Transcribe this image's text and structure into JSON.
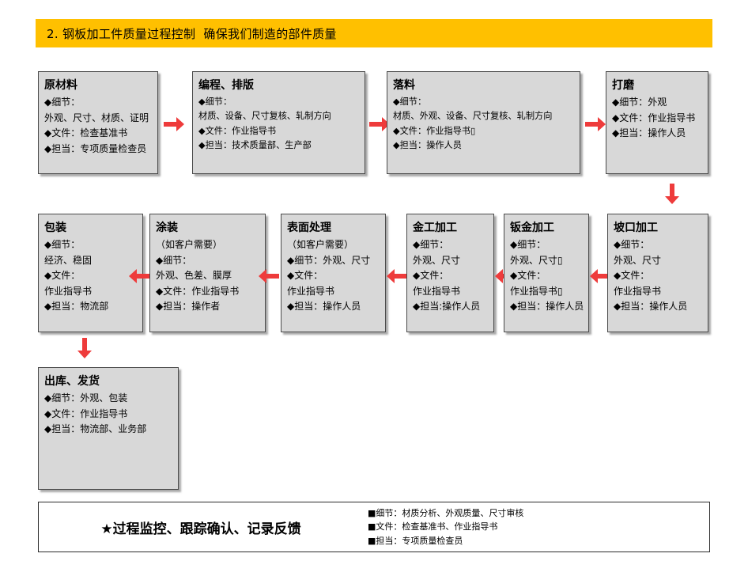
{
  "title": {
    "text": "2. 钢板加工件质量过程控制  确保我们制造的部件质量",
    "background_color": "#FFC000"
  },
  "colors": {
    "box_fill": "#D8D8D8",
    "box_border": "#4A4A4A",
    "arrow": "#EE3B3B",
    "banner": "#FFC000"
  },
  "row1": [
    {
      "title": "原材料",
      "lines": [
        "◆细节：",
        "外观、尺寸、材质、证明",
        "◆文件：检查基准书",
        "◆担当：专项质量检查员"
      ]
    },
    {
      "title": "编程、排版",
      "lines": [
        "◆细节：",
        "材质、设备、尺寸复核、轧制方向",
        "◆文件：作业指导书",
        "◆担当：技术质量部、生产部"
      ]
    },
    {
      "title": "落料",
      "lines": [
        "◆细节：",
        "材质、外观、设备、尺寸复核、轧制方向",
        "◆文件：作业指导书▯",
        "◆担当：操作人员"
      ]
    },
    {
      "title": "打磨",
      "lines": [
        "◆细节：外观",
        "◆文件：作业指导书",
        "◆担当：操作人员"
      ]
    }
  ],
  "row2": [
    {
      "title": "包装",
      "lines": [
        "◆细节：",
        "经济、稳固",
        "◆文件：",
        "作业指导书",
        "◆担当：物流部"
      ]
    },
    {
      "title": "涂装",
      "lines": [
        "（如客户需要）",
        "◆细节：",
        "外观、色差、膜厚",
        "◆文件：作业指导书",
        "◆担当：操作者"
      ]
    },
    {
      "title": "表面处理",
      "lines": [
        "（如客户需要）",
        "◆细节：外观、尺寸",
        "◆文件：",
        "作业指导书",
        "◆担当：操作人员"
      ]
    },
    {
      "title": "金工加工",
      "lines": [
        "◆细节：",
        "外观、尺寸",
        "◆文件：",
        "作业指导书",
        "◆担当:操作人员"
      ]
    },
    {
      "title": "钣金加工",
      "lines": [
        "◆细节：",
        "外观、尺寸▯",
        "◆文件：",
        "作业指导书▯",
        "◆担当：操作人员"
      ]
    },
    {
      "title": "坡口加工",
      "lines": [
        "◆细节：",
        "外观、尺寸",
        "◆文件：",
        "作业指导书",
        "◆担当：操作人员"
      ]
    }
  ],
  "row3": [
    {
      "title": "出库、发货",
      "lines": [
        "◆细节：外观、包装",
        "◆文件：作业指导书",
        "◆担当：物流部、业务部"
      ]
    }
  ],
  "footer": {
    "main": "★过程监控、跟踪确认、记录反馈",
    "notes": [
      "■细节：材质分析、外观质量、尺寸审核",
      "■文件：检查基准书、作业指导书",
      "■担当：专项质量检查员"
    ]
  },
  "arrows": {
    "right_icon": "arrow-right-icon",
    "left_icon": "arrow-left-icon",
    "down_icon": "arrow-down-icon"
  }
}
